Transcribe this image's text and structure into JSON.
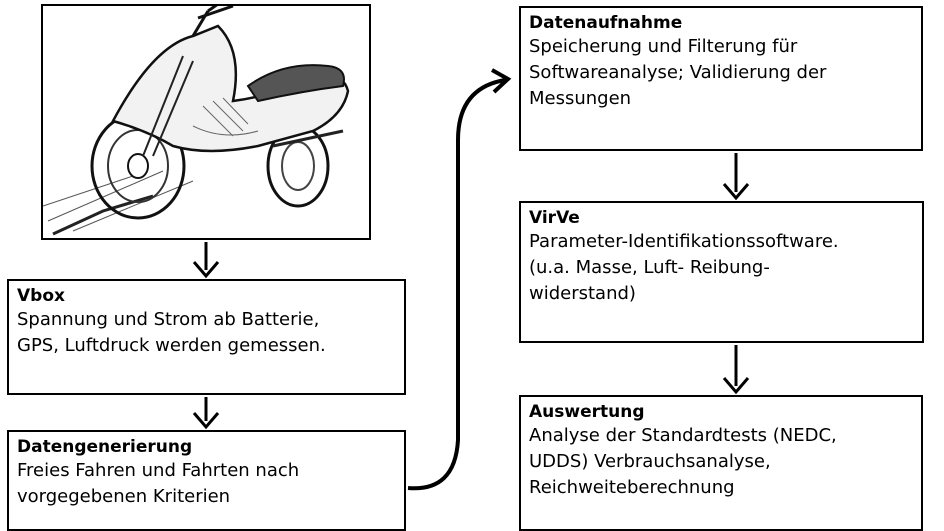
{
  "boxes": {
    "vbox": {
      "title": "Vbox",
      "text": "Spannung und Strom ab Batterie,\nGPS, Luftdruck werden gemessen."
    },
    "datengenerierung": {
      "title": "Datengenerierung",
      "text": "Freies Fahren und Fahrten nach\nvorgegebenen Kriterien"
    },
    "datenaufnahme": {
      "title": "Datenaufnahme",
      "text": "Speicherung und Filterung für\nSoftwareanalyse; Validierung der\nMessungen"
    },
    "virve": {
      "title": "VirVe",
      "text": "Parameter-Identifikationssoftware.\n(u.a. Masse, Luft- Reibung-\nwiderstand)"
    },
    "auswertung": {
      "title": "Auswertung",
      "text": "Analyse der Standardtests (NEDC,\nUDDS)  Verbrauchsanalyse,\nReichweiteberechnung"
    }
  },
  "image": {
    "icon": "scooter-sketch-icon"
  },
  "colors": {
    "line": "#000000",
    "background": "#ffffff"
  }
}
